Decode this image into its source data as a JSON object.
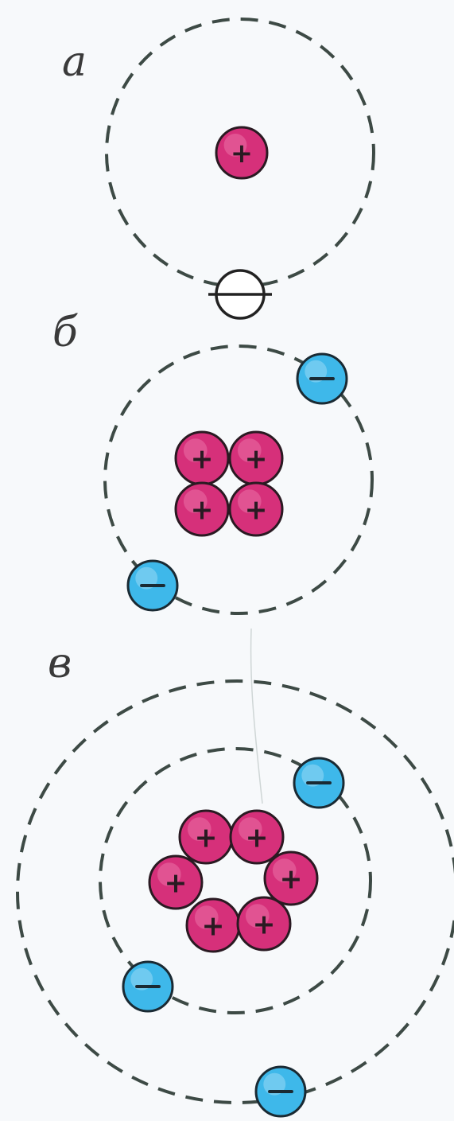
{
  "labels": {
    "a": "а",
    "b": "б",
    "c": "в"
  },
  "colors": {
    "background": "#f7f9fb",
    "orbit": "#3d4a45",
    "proton_fill": "#d6307a",
    "proton_highlight": "#ef7fb0",
    "proton_stroke": "#2a1a22",
    "electron_fill": "#3eb8ea",
    "electron_highlight": "#9fdcf6",
    "electron_stroke": "#1a2a33",
    "empty_electron_fill": "#ffffff",
    "empty_electron_stroke": "#222222",
    "plus_sign": "#2a1a22",
    "minus_sign": "#1a2a33"
  },
  "glyphs": {
    "plus": "+",
    "minus": "−"
  }
}
